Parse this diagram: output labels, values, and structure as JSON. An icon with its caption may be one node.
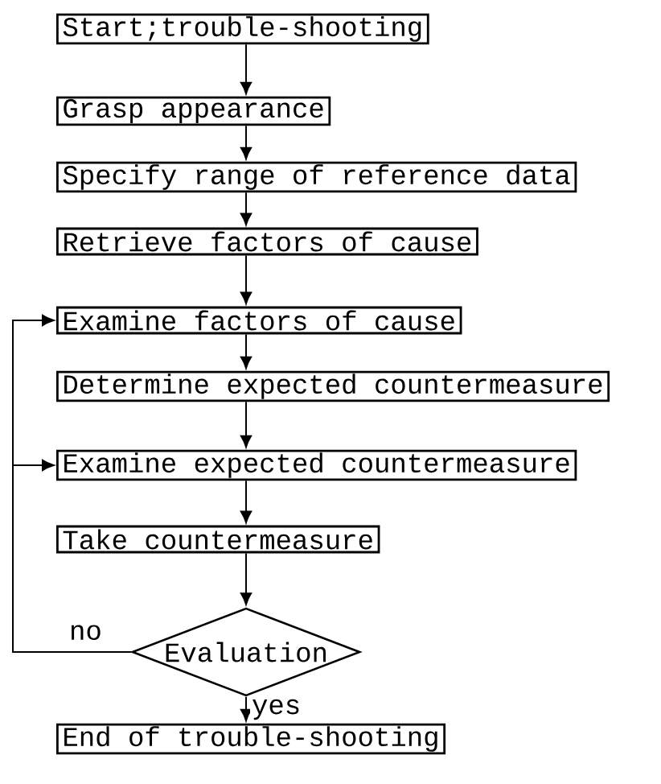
{
  "diagram": {
    "nodes": [
      {
        "text": [
          "Start;trouble-shooting"
        ]
      },
      {
        "text": [
          "Grasp  appearance"
        ]
      },
      {
        "text": [
          "Specify range of reference data"
        ]
      },
      {
        "text": [
          "Retrieve factors of cause"
        ]
      },
      {
        "text": [
          "Examine factors of cause"
        ]
      },
      {
        "text": [
          "Determine expected countermeasure"
        ]
      },
      {
        "text": [
          "Examine expected countermeasure"
        ]
      },
      {
        "text": [
          "Take countermeasure"
        ]
      },
      {
        "text": [
          "Evaluation"
        ]
      },
      {
        "text": [
          "End of trouble-shooting"
        ]
      }
    ],
    "edges": [
      {
        "from": 0,
        "to": 1,
        "arrow": "to"
      },
      {
        "from": 1,
        "to": 2,
        "arrow": "to"
      },
      {
        "from": 2,
        "to": 3,
        "arrow": "to"
      },
      {
        "from": 3,
        "to": 4,
        "arrow": "to"
      },
      {
        "from": 4,
        "to": 5,
        "arrow": "to"
      },
      {
        "from": 5,
        "to": 6,
        "arrow": "to"
      },
      {
        "from": 6,
        "to": 7,
        "arrow": "to"
      },
      {
        "from": 7,
        "to": 8,
        "arrow": "to"
      },
      {
        "from": 8,
        "to": 4,
        "arrow": "to",
        "label": "no"
      },
      {
        "from": 8,
        "to": 6,
        "arrow": "to"
      },
      {
        "from": 8,
        "to": 9,
        "arrow": "to",
        "label": "yes"
      }
    ]
  }
}
